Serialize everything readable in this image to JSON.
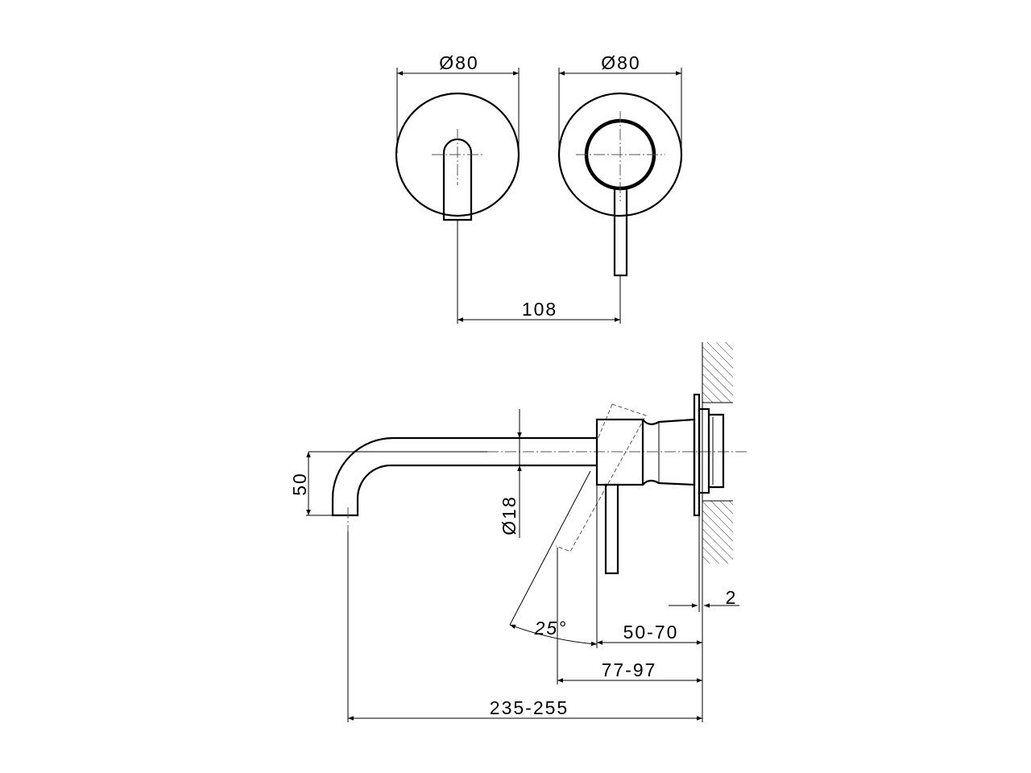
{
  "drawing": {
    "front_view": {
      "left_diameter": "Ø80",
      "right_diameter": "Ø80",
      "spacing": "108"
    },
    "side_view": {
      "spout_drop": "50",
      "spout_diameter": "Ø18",
      "lever_angle": "25°",
      "plate_thickness": "2",
      "wall_depth": "50-70",
      "body_depth": "77-97",
      "spout_reach": "235-255"
    }
  }
}
